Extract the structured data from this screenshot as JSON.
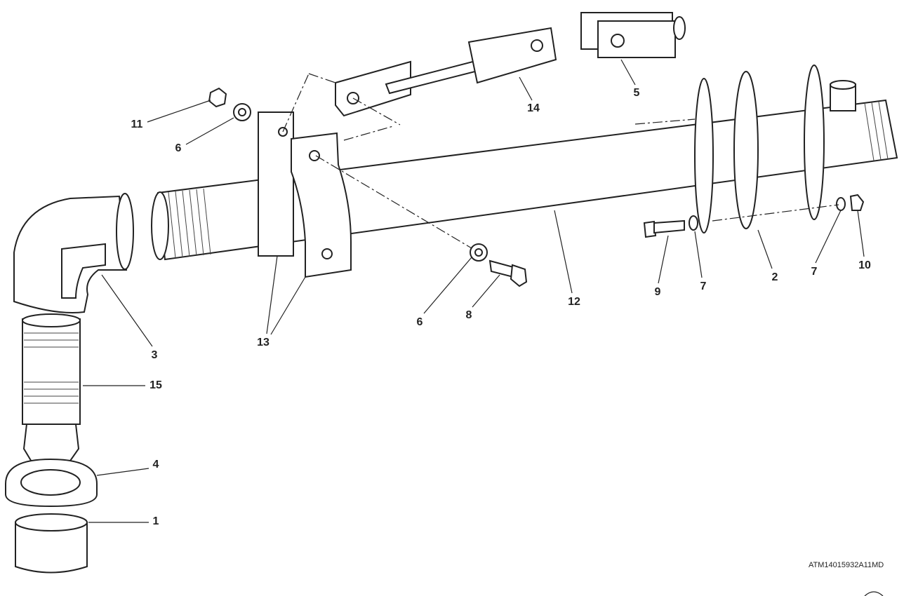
{
  "diagram": {
    "callouts": [
      {
        "id": "11",
        "label": "11"
      },
      {
        "id": "6a",
        "label": "6"
      },
      {
        "id": "14",
        "label": "14"
      },
      {
        "id": "5",
        "label": "5"
      },
      {
        "id": "3",
        "label": "3"
      },
      {
        "id": "15",
        "label": "15"
      },
      {
        "id": "4",
        "label": "4"
      },
      {
        "id": "1",
        "label": "1"
      },
      {
        "id": "13",
        "label": "13"
      },
      {
        "id": "6b",
        "label": "6"
      },
      {
        "id": "8",
        "label": "8"
      },
      {
        "id": "12",
        "label": "12"
      },
      {
        "id": "9",
        "label": "9"
      },
      {
        "id": "7a",
        "label": "7"
      },
      {
        "id": "2",
        "label": "2"
      },
      {
        "id": "7b",
        "label": "7"
      },
      {
        "id": "10",
        "label": "10"
      }
    ],
    "figure_code": "ATM14015932A11MD"
  }
}
